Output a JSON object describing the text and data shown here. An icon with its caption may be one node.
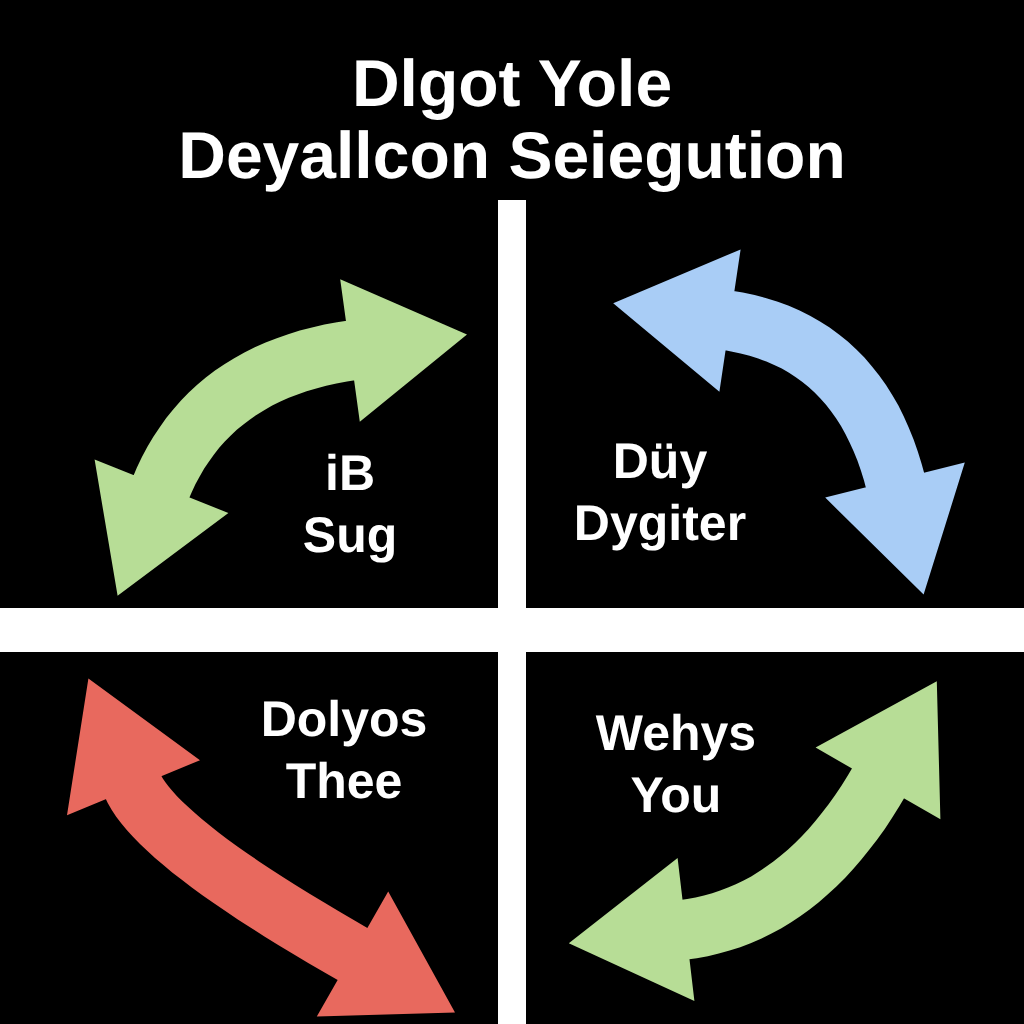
{
  "diagram": {
    "title": "Dlgot Yole Deyallcon Seiegution",
    "nodes": [
      {
        "text": [
          "iB Sug"
        ]
      },
      {
        "text": [
          "Düy Dygiter"
        ]
      },
      {
        "text": [
          "Dolyos Thee"
        ]
      },
      {
        "text": [
          "Wehys You"
        ]
      }
    ]
  }
}
